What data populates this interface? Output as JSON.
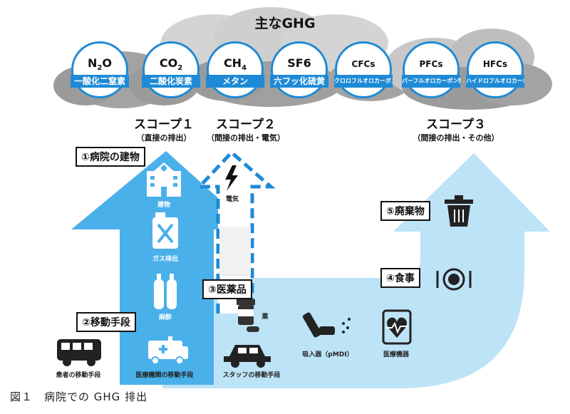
{
  "title": "主なGHG",
  "gases": [
    {
      "formula_main": "N",
      "formula_sub": "2",
      "formula_tail": "O",
      "name": "一酸化二窒素"
    },
    {
      "formula_main": "CO",
      "formula_sub": "2",
      "formula_tail": "",
      "name": "二酸化炭素"
    },
    {
      "formula_main": "CH",
      "formula_sub": "4",
      "formula_tail": "",
      "name": "メタン"
    },
    {
      "formula_main": "SF6",
      "formula_sub": "",
      "formula_tail": "",
      "name": "六フッ化硫黄"
    },
    {
      "formula_main": "CFCs",
      "formula_sub": "",
      "formula_tail": "",
      "name": "クロロフルオロカーボン類"
    },
    {
      "formula_main": "PFCs",
      "formula_sub": "",
      "formula_tail": "",
      "name": "パーフルオロカーボン類"
    },
    {
      "formula_main": "HFCs",
      "formula_sub": "",
      "formula_tail": "",
      "name": "ハイドロフルオロカーボン類"
    }
  ],
  "scopes": {
    "scope1": {
      "title": "スコープ１",
      "sub": "（直接の排出）"
    },
    "scope2": {
      "title": "スコープ２",
      "sub": "（間接の排出・電気）"
    },
    "scope3": {
      "title": "スコープ３",
      "sub": "（間接の排出・その他）"
    }
  },
  "categories": {
    "building": "①病院の建物",
    "transport": "②移動手段",
    "medicine": "③医薬品",
    "food": "④食事",
    "waste": "⑤廃棄物"
  },
  "items": {
    "building": "建物",
    "gas": "ガス排出",
    "anesthesia": "麻酔",
    "electricity": "電気",
    "drug": "薬",
    "inhaler": "吸入器（pMDI）",
    "device": "医療機器",
    "patient_transport": "患者の移動手段",
    "facility_transport": "医療機関の移動手段",
    "staff_transport": "スタッフの移動手段"
  },
  "caption": "図１　病院での GHG 排出",
  "colors": {
    "arrow_light": "#bde3f7",
    "arrow_mid": "#4ab0ea",
    "gas_blue": "#1e8ad6",
    "cloud": "#bfbfbf",
    "cloud_dark": "#9b9b9b"
  }
}
